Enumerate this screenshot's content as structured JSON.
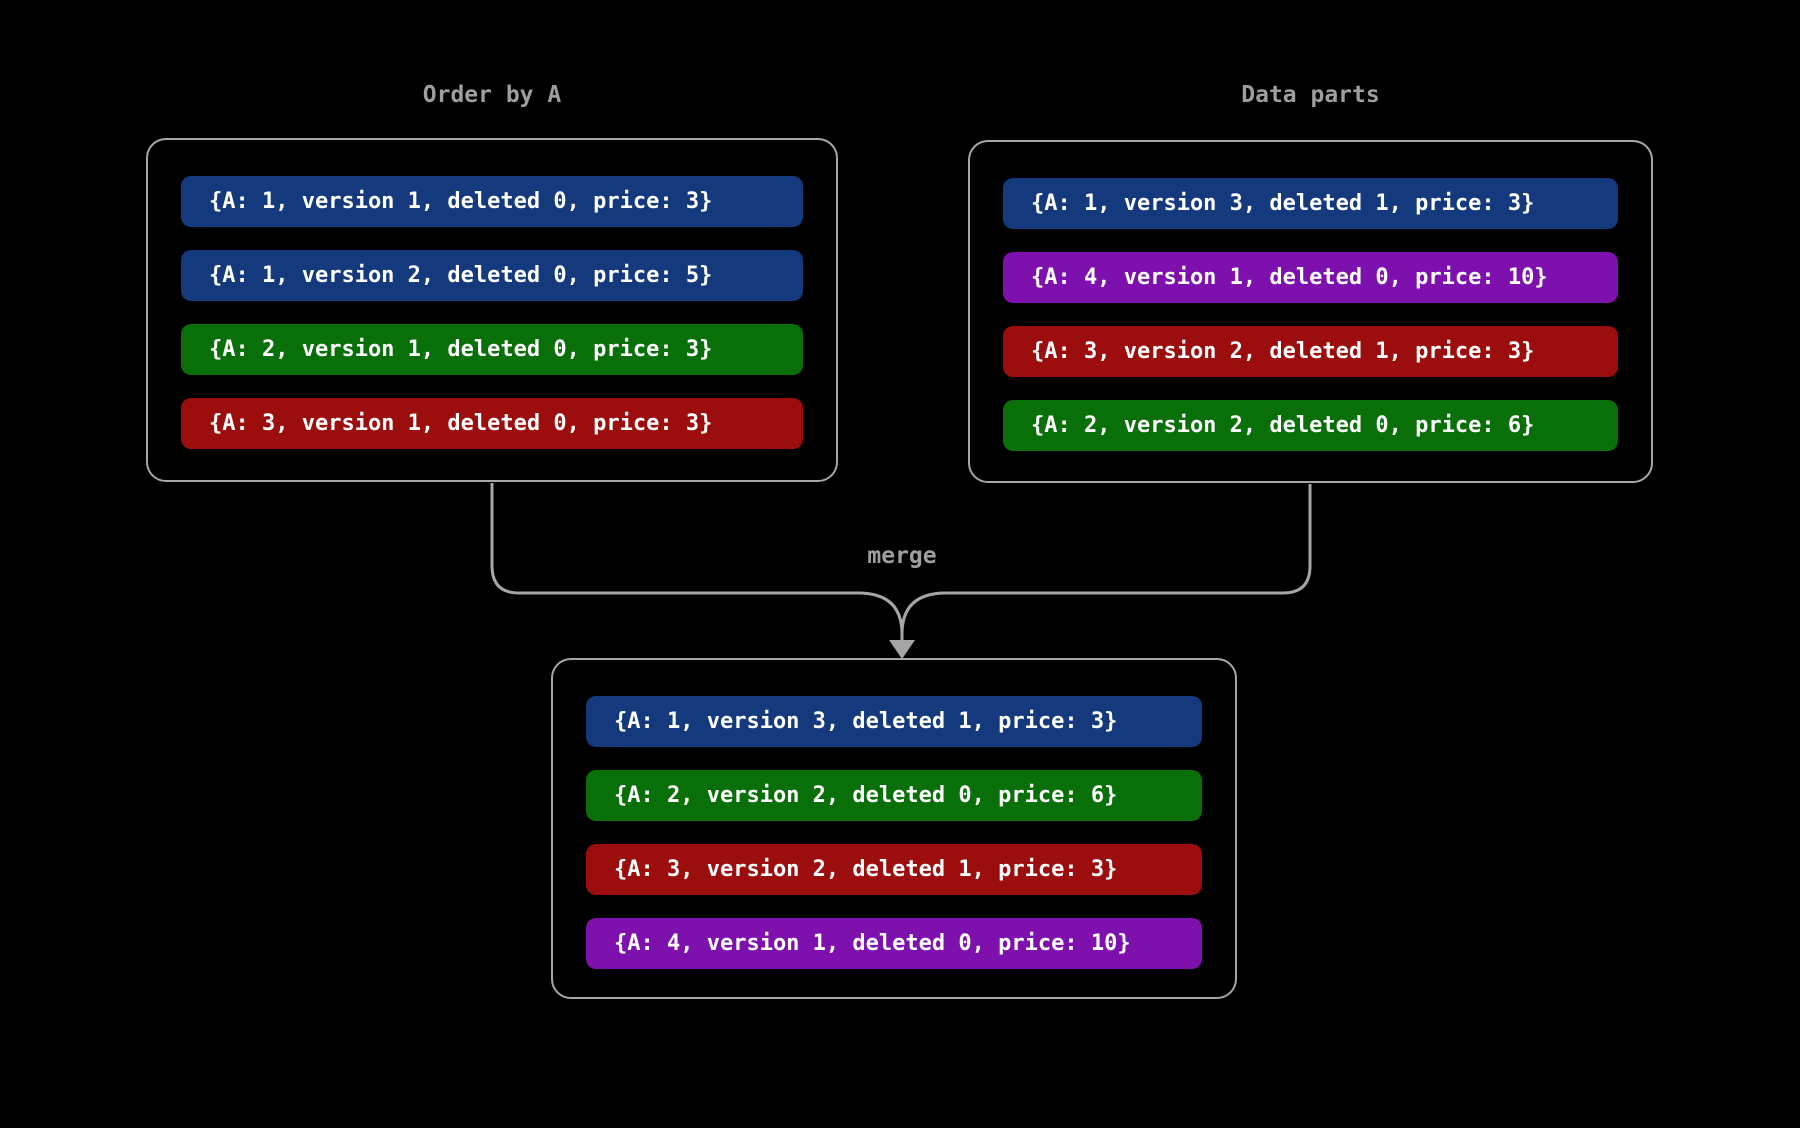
{
  "canvas": {
    "background": "#000000",
    "line_color": "#a6a6a6",
    "label_color": "#9e9e9e",
    "row_text_color": "#ffffff"
  },
  "merge_label": "merge",
  "panels": [
    {
      "title": "Order by A",
      "rows": [
        {
          "color": "#14397c",
          "text": "{A: 1, version 1, deleted 0, price: 3}"
        },
        {
          "color": "#14397c",
          "text": "{A: 1, version 2, deleted 0, price: 5}"
        },
        {
          "color": "#096f09",
          "text": "{A: 2, version 1, deleted 0, price: 3}"
        },
        {
          "color": "#9c0d0d",
          "text": "{A: 3, version 1, deleted 0, price: 3}"
        }
      ]
    },
    {
      "title": "Data parts",
      "rows": [
        {
          "color": "#14397c",
          "text": "{A: 1, version 3, deleted 1, price: 3}"
        },
        {
          "color": "#7e11ad",
          "text": "{A: 4, version 1, deleted 0, price: 10}"
        },
        {
          "color": "#9c0d0d",
          "text": "{A: 3, version 2, deleted 1, price: 3}"
        },
        {
          "color": "#096f09",
          "text": "{A: 2, version 2, deleted 0, price: 6}"
        }
      ]
    },
    {
      "title": "",
      "rows": [
        {
          "color": "#14397c",
          "text": "{A: 1, version 3, deleted 1, price: 3}"
        },
        {
          "color": "#096f09",
          "text": "{A: 2, version 2, deleted 0, price: 6}"
        },
        {
          "color": "#9c0d0d",
          "text": "{A: 3, version 2, deleted 1, price: 3}"
        },
        {
          "color": "#7e11ad",
          "text": "{A: 4, version 1, deleted 0, price: 10}"
        }
      ]
    }
  ]
}
